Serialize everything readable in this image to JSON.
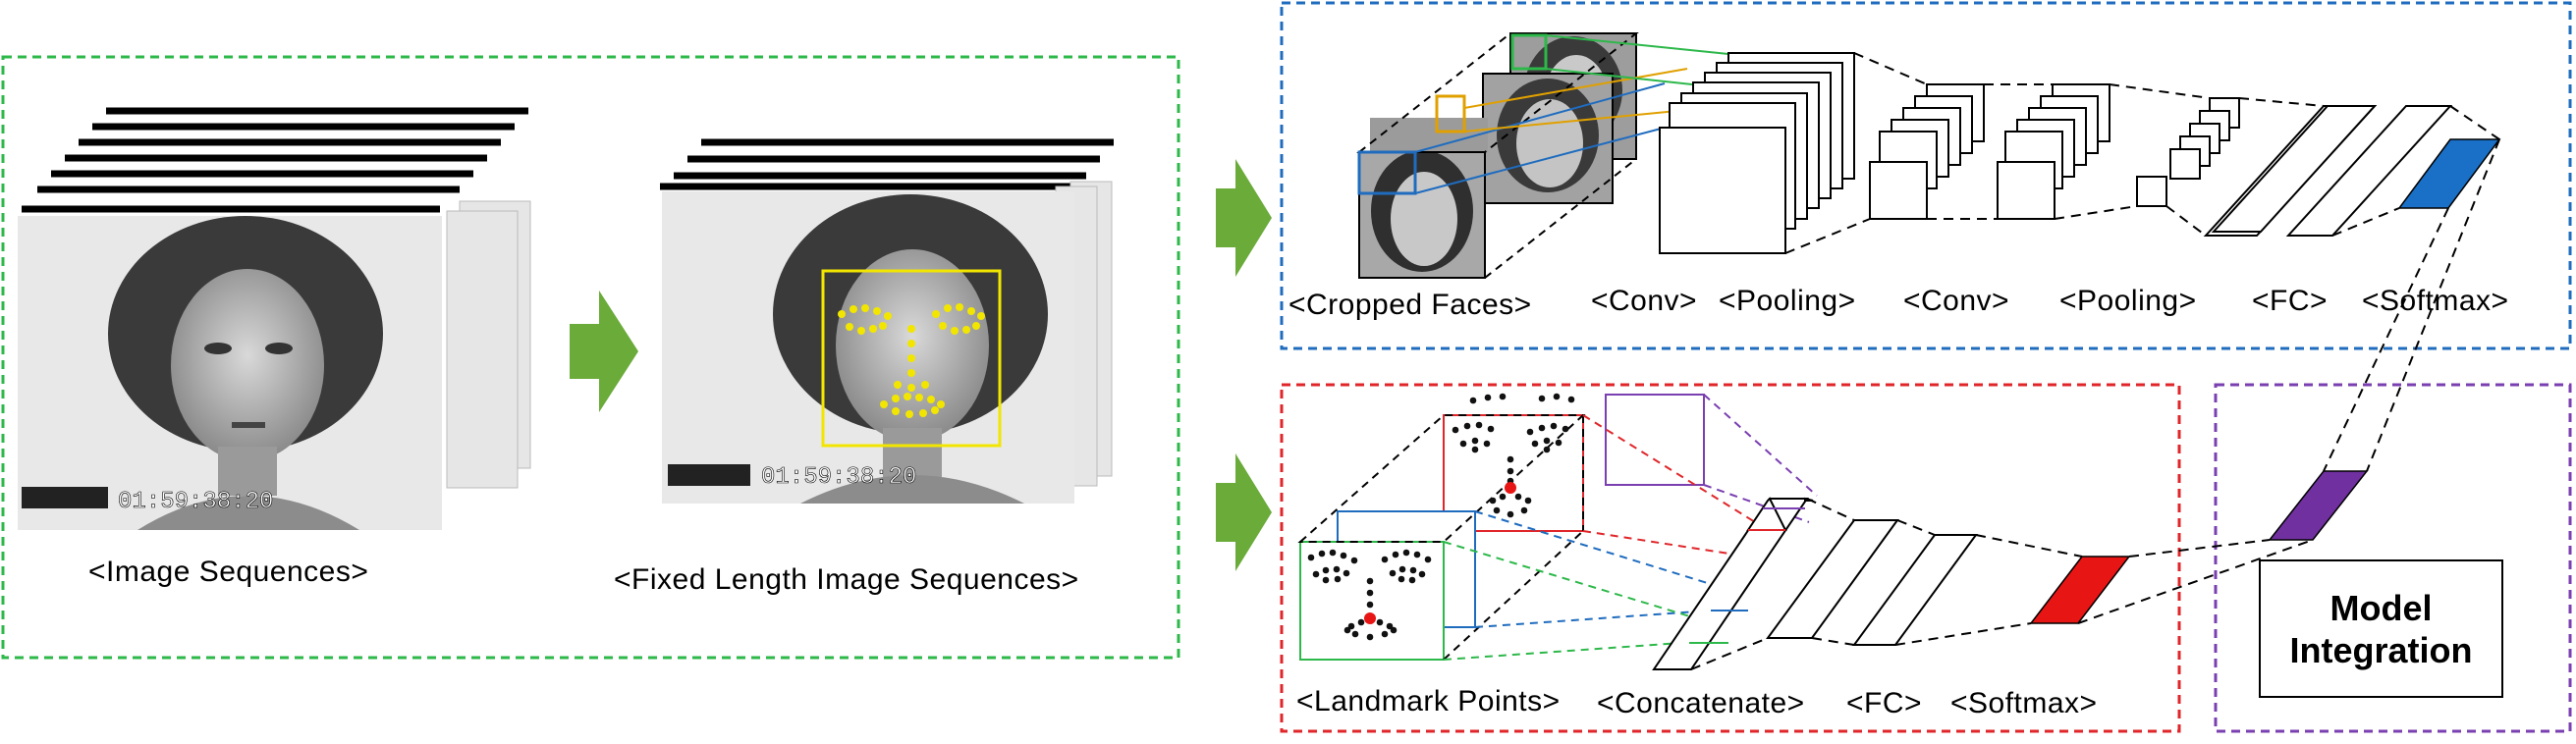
{
  "labels": {
    "image_sequences": "<Image Sequences>",
    "fixed_length_image_sequences": "<Fixed Length Image Sequences>",
    "cropped_faces": "<Cropped Faces>",
    "conv_1": "<Conv>",
    "pooling_1": "<Pooling>",
    "conv_2": "<Conv>",
    "pooling_2": "<Pooling>",
    "fc_top": "<FC>",
    "softmax_top": "<Softmax>",
    "landmark_points": "<Landmark Points>",
    "concatenate": "<Concatenate>",
    "fc_bottom": "<FC>",
    "softmax_bottom": "<Softmax>",
    "model_integration_line1": "Model",
    "model_integration_line2": "Integration",
    "timecode": "01:59:38:20"
  },
  "colors": {
    "green_border": "#2db84a",
    "blue_border": "#1f6cbf",
    "red_border": "#e0262a",
    "purple_border": "#7a3fb0",
    "arrow_green": "#6aab3a",
    "softmax_top_fill": "#1a6fc6",
    "softmax_bottom_fill": "#e81515",
    "integration_fill": "#7030a0",
    "landmark_yellow": "#f2e600"
  }
}
